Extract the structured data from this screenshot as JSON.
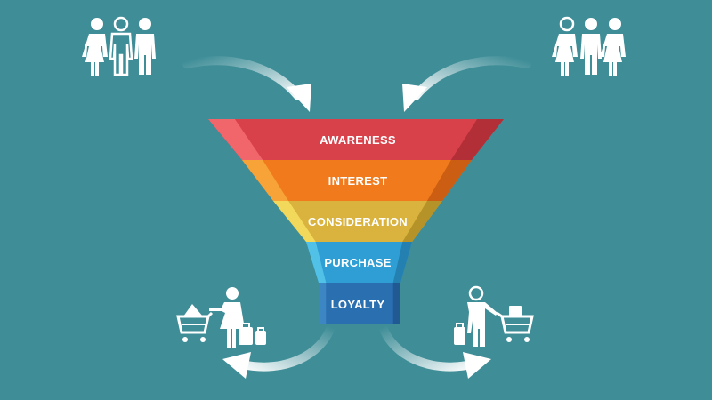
{
  "funnel": {
    "stages": [
      {
        "label": "AWARENESS",
        "color": "#d8404a",
        "light": "#f0666a",
        "dark": "#b32f38"
      },
      {
        "label": "INTEREST",
        "color": "#f07a1c",
        "light": "#f7a338",
        "dark": "#cc5e14"
      },
      {
        "label": "CONSIDERATION",
        "color": "#d9b33e",
        "light": "#f2d95c",
        "dark": "#b69328"
      },
      {
        "label": "PURCHASE",
        "color": "#2f9ed4",
        "light": "#52c1e8",
        "dark": "#2480b0"
      },
      {
        "label": "LOYALTY",
        "color": "#2a6fb0",
        "light": "#3d86c4",
        "dark": "#215a92"
      }
    ]
  },
  "colors": {
    "background": "#3e8d97",
    "icon": "#ffffff",
    "arrow": "#ffffff"
  },
  "icons": {
    "top_left": "people-group-icon",
    "top_right": "people-group-icon",
    "bottom_left": "shopper-with-cart-icon",
    "bottom_right": "shopper-with-cart-icon"
  }
}
